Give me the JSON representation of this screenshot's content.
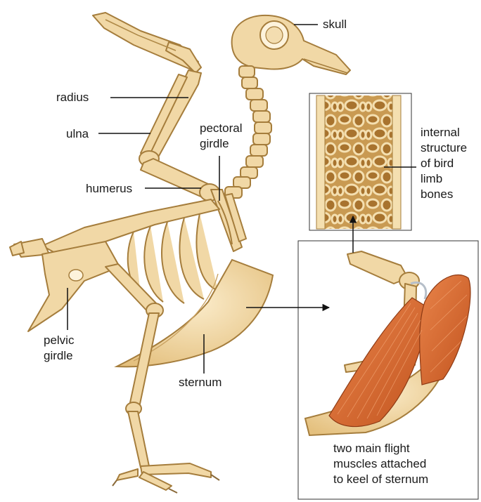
{
  "labels": {
    "skull": "skull",
    "radius": "radius",
    "ulna": "ulna",
    "humerus": "humerus",
    "pectoral_girdle": [
      "pectoral",
      "girdle"
    ],
    "pelvic_girdle": [
      "pelvic",
      "girdle"
    ],
    "sternum": "sternum",
    "internal_structure": [
      "internal",
      "structure",
      "of bird",
      "limb",
      "bones"
    ],
    "flight_muscles": [
      "two main flight",
      "muscles attached",
      "to keel of sternum"
    ]
  },
  "colors": {
    "bone_fill": "#f1d8a6",
    "bone_outline": "#a57d3c",
    "marrow_fill": "#c99a52",
    "muscle_fill": "#d9692e",
    "label_text": "#1a1a1a"
  }
}
